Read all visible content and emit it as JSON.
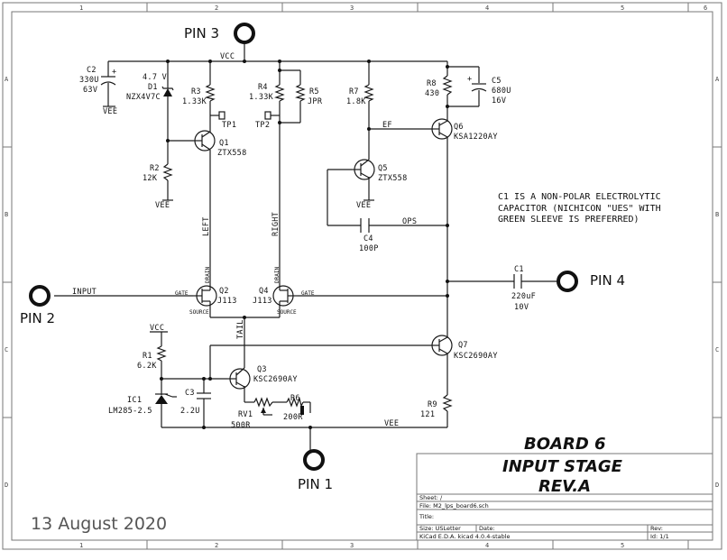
{
  "grid": {
    "columns": [
      "1",
      "2",
      "3",
      "4",
      "5",
      "6"
    ],
    "rows": [
      "A",
      "B",
      "C",
      "D"
    ]
  },
  "pins": {
    "pin1": "PIN 1",
    "pin2": "PIN 2",
    "pin3": "PIN 3",
    "pin4": "PIN 4"
  },
  "nets": {
    "vcc_top": "VCC",
    "vcc_low": "VCC",
    "vee_c2": "VEE",
    "vee_r2": "VEE",
    "vee_q5": "VEE",
    "vee_bottom": "VEE",
    "input": "INPUT",
    "ef": "EF",
    "ops": "OPS",
    "left": "LEFT",
    "right": "RIGHT",
    "tail": "TAIL"
  },
  "components": {
    "c2": {
      "ref": "C2",
      "value": "330U",
      "extra": "63V"
    },
    "d1": {
      "ref": "D1",
      "value": "NZX4V7C",
      "extra": "4.7 V"
    },
    "r3": {
      "ref": "R3",
      "value": "1.33K"
    },
    "r4": {
      "ref": "R4",
      "value": "1.33K"
    },
    "r5": {
      "ref": "R5",
      "value": "JPR"
    },
    "r7": {
      "ref": "R7",
      "value": "1.8K"
    },
    "r8": {
      "ref": "R8",
      "value": "430"
    },
    "c5": {
      "ref": "C5",
      "value": "680U",
      "extra": "16V"
    },
    "q1": {
      "ref": "Q1",
      "value": "ZTX558"
    },
    "q5": {
      "ref": "Q5",
      "value": "ZTX558"
    },
    "q6": {
      "ref": "Q6",
      "value": "KSA1220AY"
    },
    "r2": {
      "ref": "R2",
      "value": "12K"
    },
    "tp1": {
      "ref": "TP1"
    },
    "tp2": {
      "ref": "TP2"
    },
    "c4": {
      "ref": "C4",
      "value": "100P"
    },
    "q2": {
      "ref": "Q2",
      "value": "J113"
    },
    "q4": {
      "ref": "Q4",
      "value": "J113"
    },
    "c1": {
      "ref": "C1",
      "value": "220uF",
      "extra": "10V"
    },
    "q7": {
      "ref": "Q7",
      "value": "KSC2690AY"
    },
    "q3": {
      "ref": "Q3",
      "value": "KSC2690AY"
    },
    "r1": {
      "ref": "R1",
      "value": "6.2K"
    },
    "ic1": {
      "ref": "IC1",
      "value": "LM285-2.5"
    },
    "c3": {
      "ref": "C3",
      "value": "2.2U"
    },
    "rv1": {
      "ref": "RV1",
      "value": "500R"
    },
    "r6": {
      "ref": "R6",
      "value": "200R"
    },
    "r9": {
      "ref": "R9",
      "value": "121"
    }
  },
  "pin_text": {
    "gate": "GATE",
    "drain": "DRAIN",
    "source": "SOURCE"
  },
  "note": [
    "C1 IS A NON-POLAR ELECTROLYTIC",
    "CAPACITOR (NICHICON \"UES\" WITH",
    "GREEN SLEEVE IS PREFERRED)"
  ],
  "title_block": {
    "line1": "BOARD 6",
    "line2": "INPUT STAGE",
    "line3": "REV.A",
    "sheet": "Sheet: /",
    "file": "File: M2_lps_board6.sch",
    "title_label": "Title:",
    "size": "Size: USLetter",
    "date_label": "Date:",
    "rev": "Rev:",
    "kicad": "KiCad E.D.A.  kicad 4.0.4-stable",
    "id": "Id: 1/1"
  },
  "date": "13 August 2020"
}
